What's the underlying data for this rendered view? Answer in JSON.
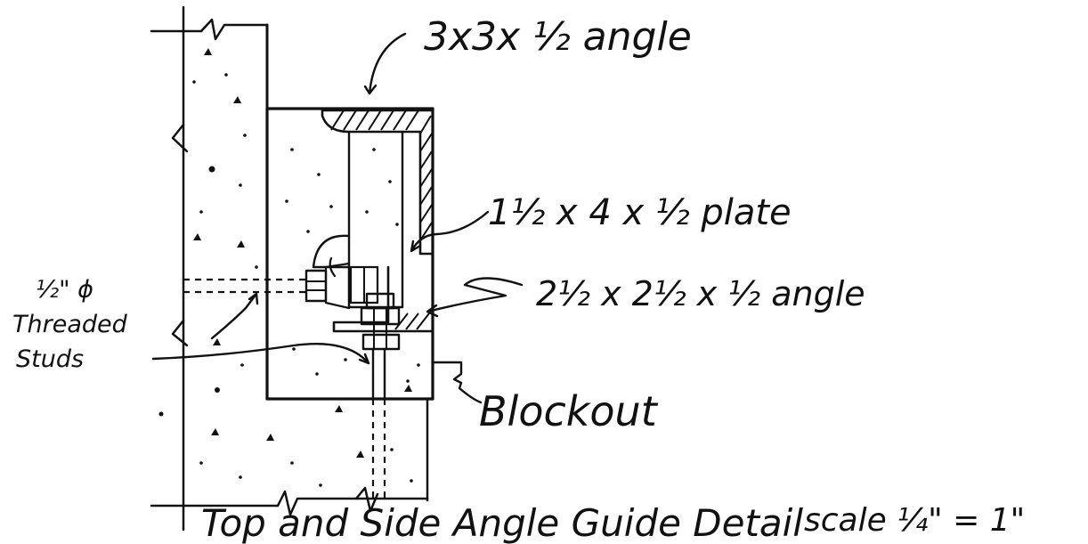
{
  "labels": {
    "angle_top": "3x3x ½ angle",
    "plate": "1½ x 4 x ½ plate",
    "angle_small": "2½ x 2½ x ½ angle",
    "studs_line1": "½\" ɸ",
    "studs_line2": "Threaded",
    "studs_line3": "Studs",
    "blockout": "Blockout"
  },
  "title": {
    "text": "Top and Side Angle Guide Detail",
    "scale": "scale ¼\" = 1\""
  },
  "colors": {
    "ink": "#111111",
    "paper": "#ffffff"
  }
}
